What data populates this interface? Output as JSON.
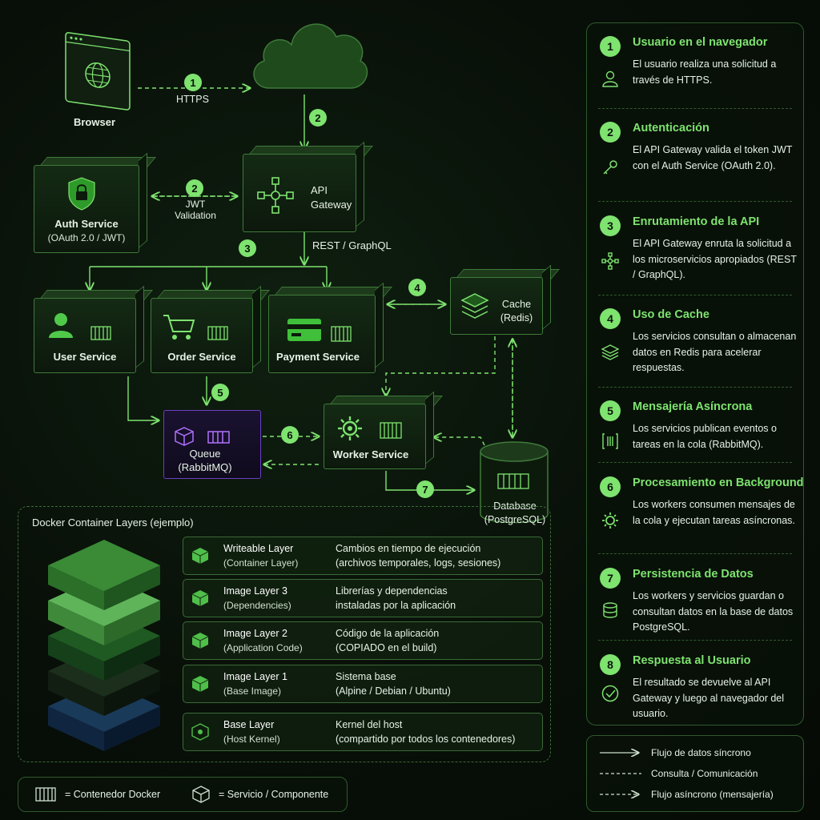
{
  "nodes": {
    "browser": "Browser",
    "api_gateway_line1": "API",
    "api_gateway_line2": "Gateway",
    "auth_service": "Auth Service",
    "auth_service_sub": "(OAuth 2.0 / JWT)",
    "user_service": "User Service",
    "order_service": "Order Service",
    "payment_service": "Payment Service",
    "cache_line1": "Cache",
    "cache_line2": "(Redis)",
    "queue_line1": "Queue",
    "queue_line2": "(RabbitMQ)",
    "worker_service": "Worker Service",
    "database_line1": "Database",
    "database_line2": "(PostgreSQL)"
  },
  "edges": {
    "https": "HTTPS",
    "jwt_line1": "JWT",
    "jwt_line2": "Validation",
    "rest_graphql": "REST / GraphQL",
    "badges": [
      "1",
      "2",
      "2",
      "3",
      "4",
      "5",
      "6",
      "7"
    ]
  },
  "docker_layers": {
    "title": "Docker Container Layers (ejemplo)",
    "rows": [
      {
        "name": "Writeable Layer",
        "sub": "(Container Layer)",
        "d1": "Cambios en tiempo de ejecución",
        "d2": "(archivos temporales, logs, sesiones)"
      },
      {
        "name": "Image Layer 3",
        "sub": "(Dependencies)",
        "d1": "Librerías y dependencias",
        "d2": "instaladas por la aplicación"
      },
      {
        "name": "Image Layer 2",
        "sub": "(Application Code)",
        "d1": "Código de la aplicación",
        "d2": "(COPIADO en el build)"
      },
      {
        "name": "Image Layer 1",
        "sub": "(Base Image)",
        "d1": "Sistema base",
        "d2": "(Alpine / Debian / Ubuntu)"
      },
      {
        "name": "Base Layer",
        "sub": "(Host Kernel)",
        "d1": "Kernel del host",
        "d2": "(compartido por todos los contenedores)"
      }
    ]
  },
  "bottom_legend": {
    "docker": "= Contenedor Docker",
    "service": "= Servicio / Componente"
  },
  "steps": [
    {
      "num": "1",
      "title": "Usuario en el navegador",
      "desc": "El usuario realiza una solicitud a través de HTTPS.",
      "icon": "user-icon"
    },
    {
      "num": "2",
      "title": "Autenticación",
      "desc": "El API Gateway valida el token JWT con el Auth Service (OAuth 2.0).",
      "icon": "key-icon"
    },
    {
      "num": "3",
      "title": "Enrutamiento de la API",
      "desc": "El API Gateway enruta la solicitud a los microservicios apropiados (REST / GraphQL).",
      "icon": "route-icon"
    },
    {
      "num": "4",
      "title": "Uso de Cache",
      "desc": "Los servicios consultan o almacenan datos en Redis para acelerar respuestas.",
      "icon": "layers-icon"
    },
    {
      "num": "5",
      "title": "Mensajería Asíncrona",
      "desc": "Los servicios publican eventos o tareas en la cola (RabbitMQ).",
      "icon": "queue-icon"
    },
    {
      "num": "6",
      "title": "Procesamiento en Background",
      "desc": "Los workers consumen mensajes de la cola y ejecutan tareas asíncronas.",
      "icon": "gear-icon"
    },
    {
      "num": "7",
      "title": "Persistencia de Datos",
      "desc": "Los workers y servicios guardan o consultan datos en la base de datos PostgreSQL.",
      "icon": "database-icon"
    },
    {
      "num": "8",
      "title": "Respuesta al Usuario",
      "desc": "El resultado se devuelve al API Gateway y luego al navegador del usuario.",
      "icon": "check-icon"
    }
  ],
  "flow_legend": {
    "sync": "Flujo de datos síncrono",
    "query": "Consulta / Comunicación",
    "async": "Flujo asíncrono (mensajería)"
  },
  "colors": {
    "accent": "#7ee36f",
    "queue": "#a060ff",
    "border": "#3f7a3a"
  }
}
